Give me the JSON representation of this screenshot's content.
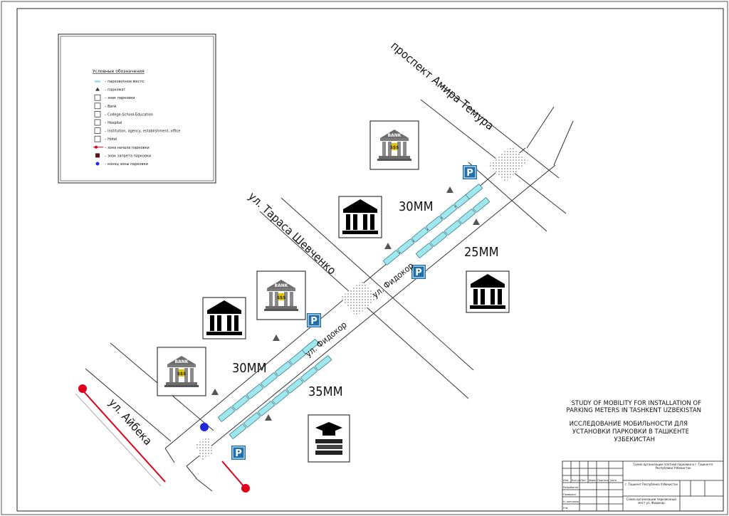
{
  "legend": {
    "title": "Условные обозначения",
    "items": [
      {
        "label": "парковочное место",
        "icon": "parking-space-icon"
      },
      {
        "label": "паркомат",
        "icon": "parking-meter-icon"
      },
      {
        "label": "знак парковки",
        "icon": "parking-sign-icon"
      },
      {
        "label": "Bank",
        "icon": "bank-icon"
      },
      {
        "label": "College-School-Education",
        "icon": "education-icon"
      },
      {
        "label": "Hospital",
        "icon": "hospital-icon"
      },
      {
        "label": "Institution, agency, establishment, office",
        "icon": "institution-icon"
      },
      {
        "label": "Hotel",
        "icon": "hotel-icon"
      },
      {
        "label": "зона начала парковки",
        "icon": "zone-line-icon"
      },
      {
        "label": "знак запрета парковки",
        "icon": "no-parking-sign-icon"
      },
      {
        "label": "конец зоны парковки",
        "icon": "zone-end-icon"
      }
    ]
  },
  "streets": {
    "amir_temur": "проспект Амира Темура",
    "shevchenko": "ул. Тараса Шевченко",
    "aybek": "ул. Айбека",
    "fidokor_upper": "ул. Фидокор",
    "fidokor_lower": "ул. Фидокор"
  },
  "parking_counts": {
    "upper_left": "30ММ",
    "upper_right": "25ММ",
    "lower_left": "30ММ",
    "lower_right": "35ММ"
  },
  "bank_sign_text": "BANK",
  "bank_money_text": "$$$",
  "parking_sign_letter": "P",
  "title_en": [
    "STUDY OF MOBILITY FOR INSTALLATION OF",
    "PARKING METERS IN TASHKENT UZBEKISTAN"
  ],
  "title_ru": [
    "ИССЛЕДОВАНИЕ МОБИЛЬНОСТИ ДЛЯ",
    "УСТАНОВКИ ПАРКОВКИ  В ТАШКЕНТЕ",
    "УЗБЕКИСТАН"
  ],
  "stamp": {
    "headers": [
      "Изм.",
      "Кол.уч",
      "Лист",
      "№док",
      "Подпись",
      "Дата"
    ],
    "roles": [
      "Разработал",
      "Проверил",
      "Н. контроль",
      "Утв."
    ],
    "top_title": "Схема организации платной парковки в г. Ташкенте Республики Узбекистан",
    "middle": "г. Ташкент Республика Узбекистан",
    "bottom": "Схема организации парковочных мест ул. Фидокор"
  },
  "colors": {
    "parking_space": "#9ee7ef",
    "parking_sign": "#1f6fa8",
    "zone_start": "#e0001b",
    "zone_end": "#1f2bd6"
  }
}
